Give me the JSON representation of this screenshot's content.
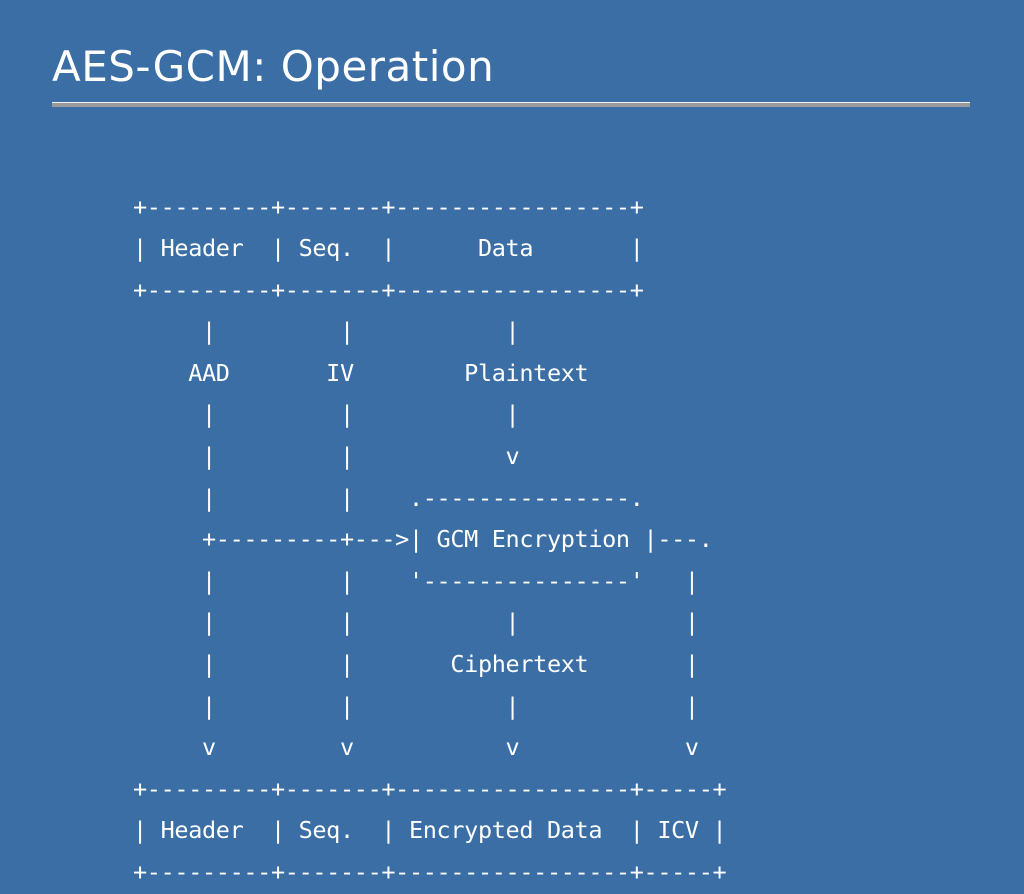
{
  "slide": {
    "title": "AES-GCM: Operation",
    "background_color": "#3a6ea5",
    "text_color": "#ffffff",
    "rule_color": "#9a9a9a"
  },
  "diagram": {
    "type": "ascii-art",
    "description": "AES-GCM packet transformation diagram",
    "lines": [
      "+---------+-------+-----------------+",
      "| Header  | Seq.  |      Data       |",
      "+---------+-------+-----------------+",
      "     |         |           |",
      "    AAD       IV        Plaintext",
      "     |         |           |",
      "     |         |           v",
      "     |         |    .---------------.",
      "     +---------+--->| GCM Encryption |---.",
      "     |         |    '---------------'   |",
      "     |         |           |            |",
      "     |         |       Ciphertext       |",
      "     |         |           |            |",
      "     v         v           v            v",
      "+---------+-------+-----------------+-----+",
      "| Header  | Seq.  | Encrypted Data  | ICV |",
      "+---------+-------+-----------------+-----+"
    ],
    "labels": {
      "aad": "AAD",
      "iv": "IV",
      "plaintext": "Plaintext",
      "ciphertext": "Ciphertext",
      "process_box": "GCM Encryption",
      "input_fields": [
        "Header",
        "Seq.",
        "Data"
      ],
      "output_fields": [
        "Header",
        "Seq.",
        "Encrypted Data",
        "ICV"
      ]
    }
  }
}
